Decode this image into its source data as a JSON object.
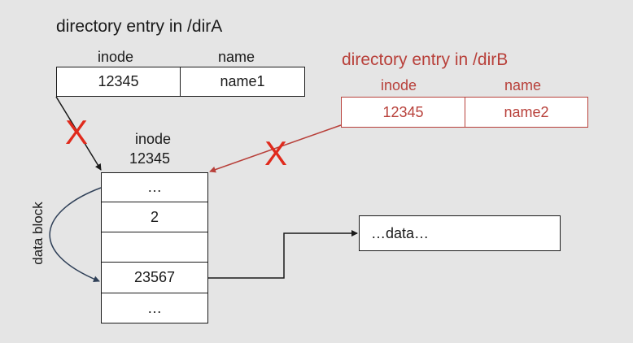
{
  "dirA": {
    "title": "directory entry in /dirA",
    "col_inode": "inode",
    "col_name": "name",
    "inode_value": "12345",
    "name_value": "name1"
  },
  "dirB": {
    "title": "directory entry in /dirB",
    "col_inode": "inode",
    "col_name": "name",
    "inode_value": "12345",
    "name_value": "name2"
  },
  "inode": {
    "label": "inode",
    "number": "12345",
    "rows": [
      "…",
      "2",
      "",
      "23567",
      "…"
    ]
  },
  "data_block_label": "data block",
  "data_box_text": "…data…",
  "cross_mark": "X",
  "colors": {
    "background": "#e5e5e5",
    "black_line": "#1a1a1a",
    "dirB_red": "#b8403a",
    "cross_red": "#e02a1c",
    "curve_blue": "#2f4058"
  }
}
